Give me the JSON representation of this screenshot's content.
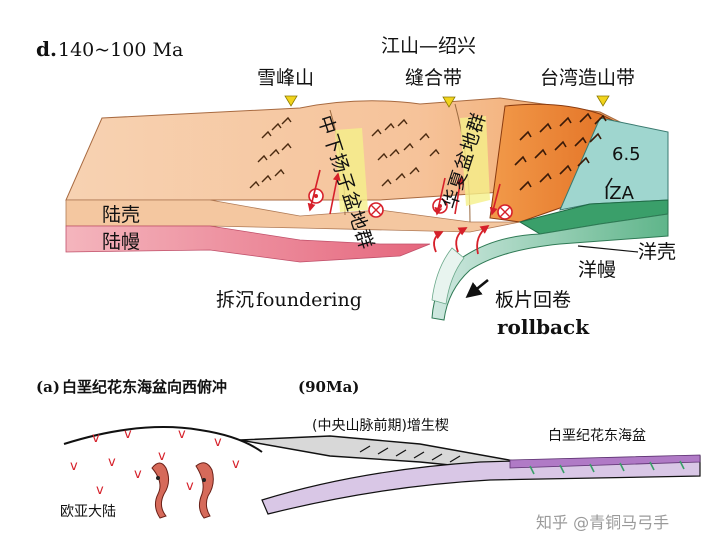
{
  "panel_d": {
    "title_letter": "d.",
    "title_age": "140~100 Ma",
    "top_labels": {
      "xuefeng": "雪峰山",
      "jiangshao_line1": "江山—绍兴",
      "jiangshao_line2": "缝合带",
      "taiwan": "台湾造山带"
    },
    "basin_labels": {
      "zhongxia_yangzi": "中下扬子盆地群",
      "huaxia": "华夏盆地群"
    },
    "layers": {
      "continental_crust": "陆壳",
      "continental_mantle": "陆幔",
      "oceanic_crust": "洋壳",
      "oceanic_mantle": "洋幔",
      "iza": "IZA",
      "rate": "6.5"
    },
    "processes": {
      "foundering_cn": "拆沉",
      "foundering_en": "foundering",
      "rollback_cn": "板片回卷",
      "rollback_en": "rollback"
    },
    "colors": {
      "crust": "#f6c39a",
      "mantle": "#ef8a98",
      "ocean_crust": "#9fd6cf",
      "ocean_mantle": "#3a9f6a",
      "orogen": "#ef8a36"
    }
  },
  "panel_a": {
    "title_letter": "(a)",
    "title_text": "白垩纪花东海盆向西俯冲",
    "title_age": "(90Ma)",
    "accretion_label": "(中央山脉前期)增生楔",
    "basin_label": "白垩纪花东海盆",
    "continent_label": "欧亚大陆"
  },
  "watermark": "知乎 @青铜马弓手"
}
